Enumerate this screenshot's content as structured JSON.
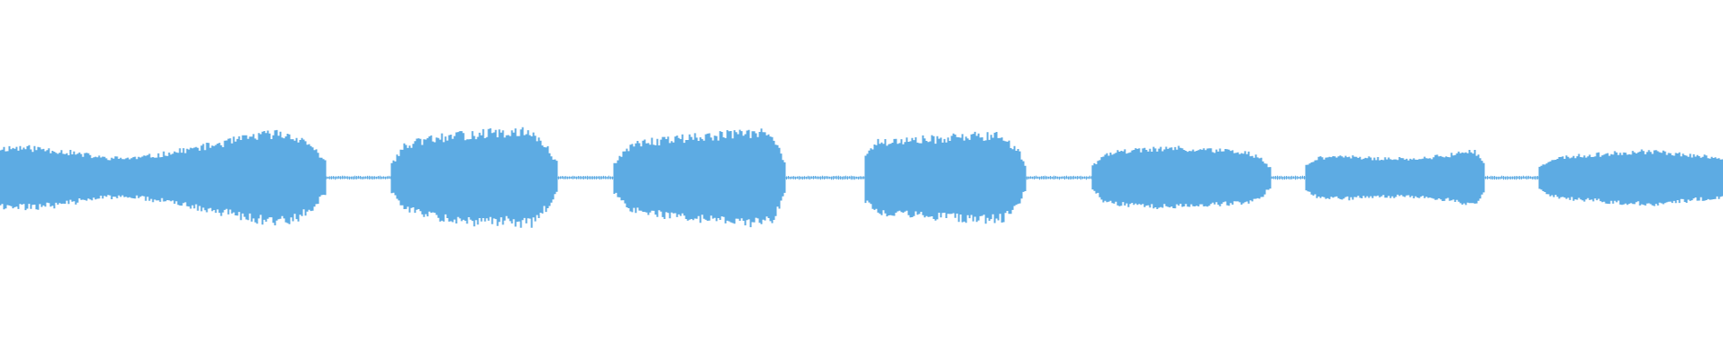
{
  "waveform": {
    "color": "#5dabe3",
    "background": "#ffffff",
    "peak_scale": 1.0,
    "segments": [
      {
        "kind": "sound",
        "start": 0.0,
        "end": 0.189,
        "envelope": [
          0.56,
          0.57,
          0.56,
          0.53,
          0.48,
          0.43,
          0.38,
          0.37,
          0.38,
          0.42,
          0.48,
          0.54,
          0.6,
          0.66,
          0.73,
          0.8,
          0.84,
          0.8,
          0.65,
          0.3
        ],
        "noise": 0.12,
        "seed": 11
      },
      {
        "kind": "gap",
        "start": 0.189,
        "end": 0.227,
        "envelope": [
          0.03
        ],
        "noise": 0.3,
        "seed": 12
      },
      {
        "kind": "sound",
        "start": 0.227,
        "end": 0.324,
        "envelope": [
          0.3,
          0.6,
          0.68,
          0.74,
          0.78,
          0.8,
          0.84,
          0.85,
          0.83,
          0.86,
          0.88,
          0.6,
          0.28
        ],
        "noise": 0.12,
        "seed": 13
      },
      {
        "kind": "gap",
        "start": 0.324,
        "end": 0.356,
        "envelope": [
          0.03
        ],
        "noise": 0.3,
        "seed": 14
      },
      {
        "kind": "sound",
        "start": 0.356,
        "end": 0.456,
        "envelope": [
          0.3,
          0.58,
          0.66,
          0.7,
          0.73,
          0.76,
          0.78,
          0.8,
          0.82,
          0.84,
          0.86,
          0.78,
          0.3
        ],
        "noise": 0.12,
        "seed": 15
      },
      {
        "kind": "gap",
        "start": 0.456,
        "end": 0.502,
        "envelope": [
          0.03
        ],
        "noise": 0.3,
        "seed": 16
      },
      {
        "kind": "sound",
        "start": 0.502,
        "end": 0.596,
        "envelope": [
          0.45,
          0.68,
          0.7,
          0.71,
          0.72,
          0.73,
          0.74,
          0.76,
          0.78,
          0.8,
          0.8,
          0.78,
          0.6,
          0.22
        ],
        "noise": 0.12,
        "seed": 17
      },
      {
        "kind": "gap",
        "start": 0.596,
        "end": 0.634,
        "envelope": [
          0.03
        ],
        "noise": 0.3,
        "seed": 18
      },
      {
        "kind": "sound",
        "start": 0.634,
        "end": 0.738,
        "envelope": [
          0.25,
          0.46,
          0.5,
          0.52,
          0.54,
          0.56,
          0.56,
          0.54,
          0.53,
          0.52,
          0.5,
          0.48,
          0.4,
          0.18
        ],
        "noise": 0.1,
        "seed": 19
      },
      {
        "kind": "gap",
        "start": 0.738,
        "end": 0.758,
        "envelope": [
          0.03
        ],
        "noise": 0.3,
        "seed": 20
      },
      {
        "kind": "sound",
        "start": 0.758,
        "end": 0.862,
        "envelope": [
          0.26,
          0.38,
          0.4,
          0.4,
          0.38,
          0.37,
          0.36,
          0.36,
          0.37,
          0.39,
          0.42,
          0.46,
          0.52,
          0.3
        ],
        "noise": 0.1,
        "seed": 21
      },
      {
        "kind": "gap",
        "start": 0.862,
        "end": 0.893,
        "envelope": [
          0.03
        ],
        "noise": 0.3,
        "seed": 22
      },
      {
        "kind": "sound",
        "start": 0.893,
        "end": 1.0,
        "envelope": [
          0.22,
          0.36,
          0.4,
          0.42,
          0.44,
          0.46,
          0.48,
          0.5,
          0.5,
          0.48,
          0.45,
          0.42,
          0.4,
          0.38
        ],
        "noise": 0.1,
        "seed": 23
      }
    ]
  }
}
